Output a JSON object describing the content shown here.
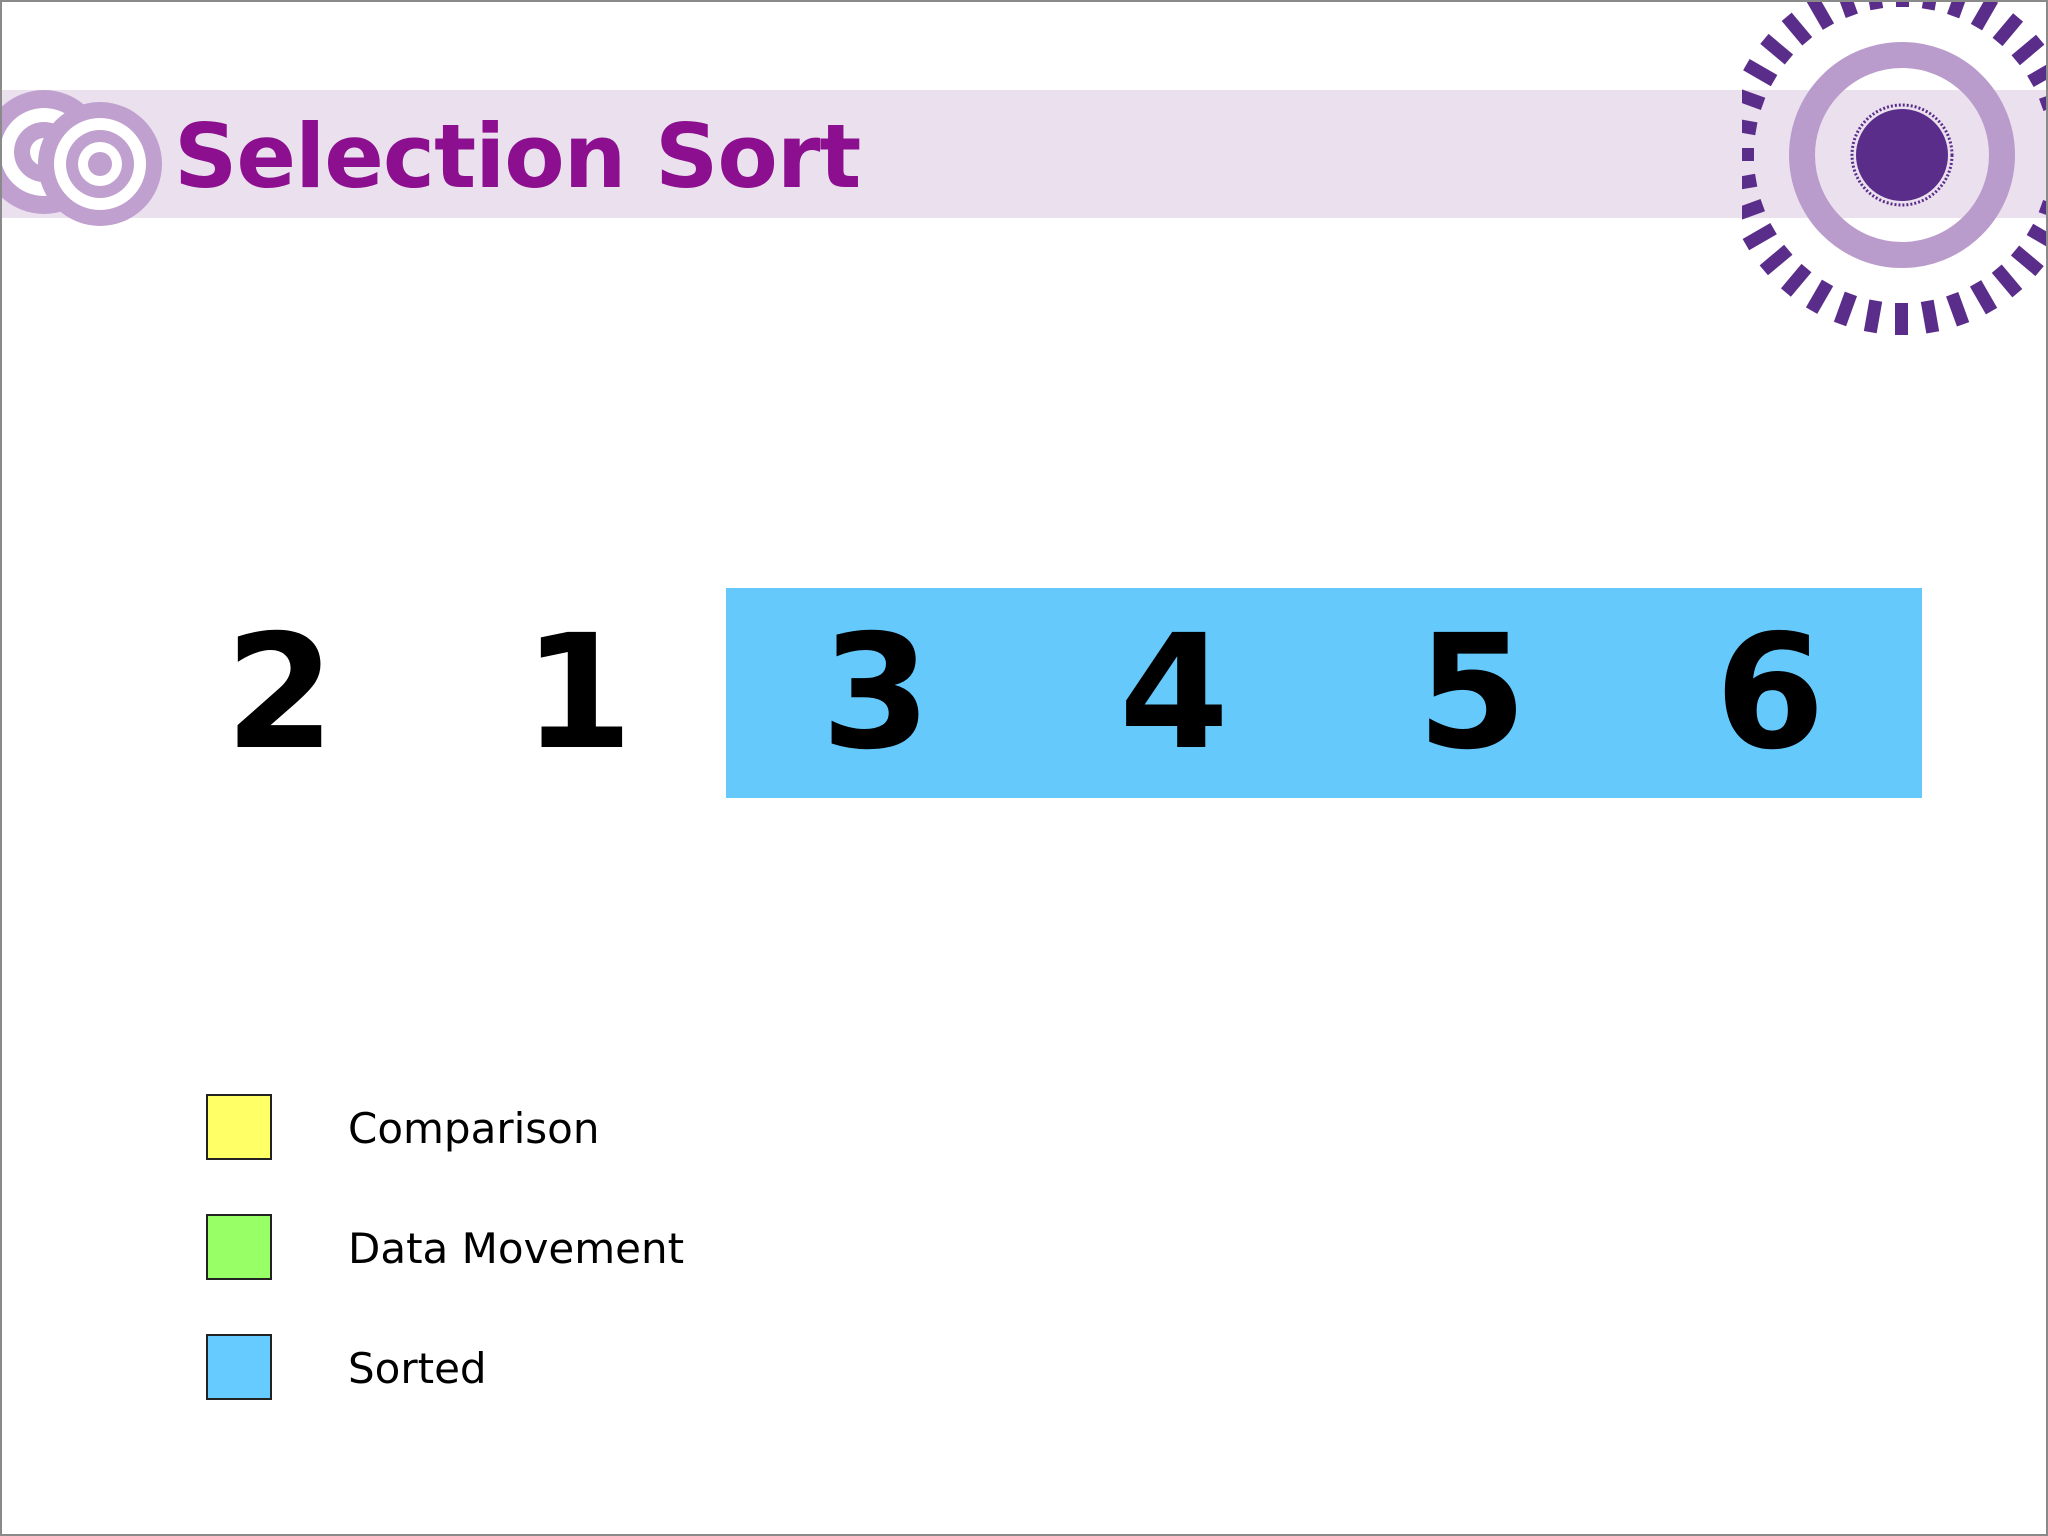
{
  "slide": {
    "title": "Selection Sort"
  },
  "array": {
    "items": [
      {
        "value": "2",
        "state": "unsorted"
      },
      {
        "value": "1",
        "state": "unsorted"
      },
      {
        "value": "3",
        "state": "sorted"
      },
      {
        "value": "4",
        "state": "sorted"
      },
      {
        "value": "5",
        "state": "sorted"
      },
      {
        "value": "6",
        "state": "sorted"
      }
    ]
  },
  "legend": {
    "items": [
      {
        "label": "Comparison",
        "color": "#ffff66"
      },
      {
        "label": "Data Movement",
        "color": "#99ff66"
      },
      {
        "label": "Sorted",
        "color": "#66ccff"
      }
    ]
  },
  "colors": {
    "title": "#8b0f8e",
    "title_band": "#ebe0ee",
    "sorted_highlight": "#66c9fc",
    "decor_light": "#b99ccc",
    "decor_dark": "#5a2d8a"
  },
  "icons": {
    "left_logo": "concentric-circles-logo-icon",
    "right_decor": "sunburst-ring-decor-icon"
  }
}
